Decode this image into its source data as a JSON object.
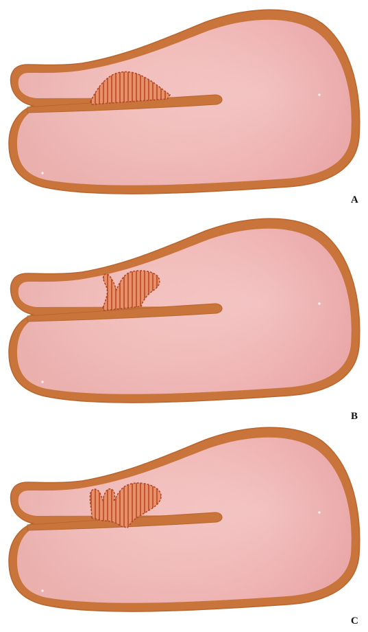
{
  "panels": [
    {
      "label": "A",
      "lesion_shape": "dome"
    },
    {
      "label": "B",
      "lesion_shape": "mitten-small"
    },
    {
      "label": "C",
      "lesion_shape": "mitten-large"
    }
  ],
  "colors": {
    "wall": "#c8743a",
    "wall_dark": "#b8662f",
    "cavity": "#f2c2c0",
    "cavity_shade": "#e89f9f",
    "lesion_fill": "#e3865f",
    "lesion_hatch": "#c4502e",
    "label": "#111111",
    "background": "#ffffff"
  }
}
